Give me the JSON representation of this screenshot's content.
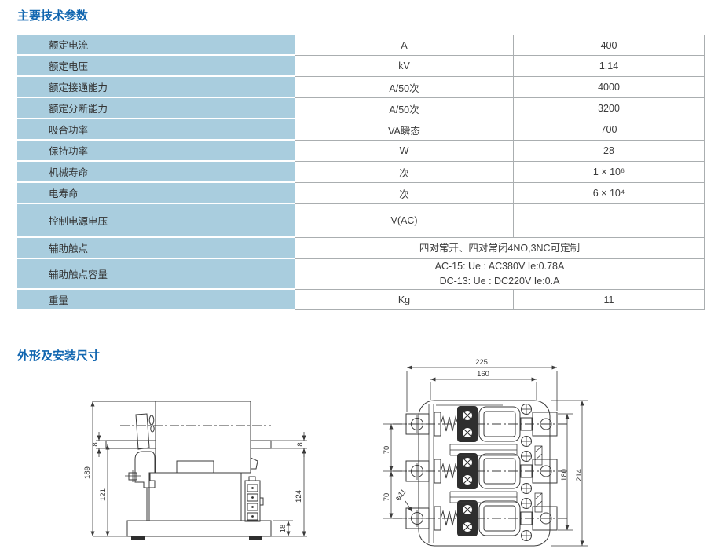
{
  "colors": {
    "title_blue": "#1166b0",
    "label_cell_bg": "#a9cdde",
    "table_border": "#aaaeb0",
    "line_color": "#3a3a3a"
  },
  "sections": {
    "tech_params_title": "主要技术参数",
    "dimensions_title": "外形及安装尺寸"
  },
  "table": {
    "rows": [
      {
        "label": "额定电流",
        "unit": "A",
        "value": "400"
      },
      {
        "label": "额定电压",
        "unit": "kV",
        "value": "1.14"
      },
      {
        "label": "额定接通能力",
        "unit": "A/50次",
        "value": "4000"
      },
      {
        "label": "额定分断能力",
        "unit": "A/50次",
        "value": "3200"
      },
      {
        "label": "吸合功率",
        "unit": "VA瞬态",
        "value": "700"
      },
      {
        "label": "保持功率",
        "unit": "W",
        "value": "28"
      },
      {
        "label": "机械寿命",
        "unit": "次",
        "value": "1 × 10⁶"
      },
      {
        "label": "电寿命",
        "unit": "次",
        "value": "6 × 10⁴"
      },
      {
        "label": "控制电源电压",
        "unit": "V(AC)",
        "value": ""
      },
      {
        "label": "辅助触点",
        "merged": "四对常开、四对常闭4NO,3NC可定制"
      },
      {
        "label": "辅助触点容量",
        "merged_line1": "AC-15: Ue : AC380V  Ie:0.78A",
        "merged_line2": "DC-13: Ue : DC220V  Ie:0.A"
      },
      {
        "label": "重量",
        "unit": "Kg",
        "value": "11"
      }
    ]
  },
  "drawings": {
    "side_view": {
      "dims": {
        "overall_height": "189",
        "base_height": "121",
        "flange_left": "8",
        "flange_right": "8",
        "right_height": "124",
        "base_thickness": "18"
      }
    },
    "front_view": {
      "dims": {
        "overall_width": "225",
        "inner_width": "160",
        "pole_pitch_top": "70",
        "pole_pitch_bottom": "70",
        "mount_height": "180",
        "overall_height": "214",
        "hole_dia": "φ11"
      }
    }
  }
}
